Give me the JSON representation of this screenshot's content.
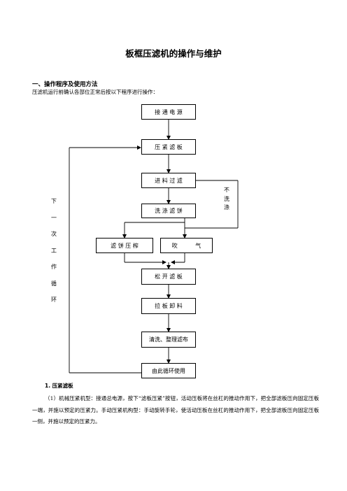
{
  "doc": {
    "title": "板框压滤机的操作与维护",
    "section1_heading": "一、操作程序及使用方法",
    "intro_text": "压滤机运行前确认各部位正常后按以下程序进行操作：",
    "flow": {
      "step_power_on": "接 通 电 源",
      "step_press_plates": "压 紧 滤 板",
      "step_feed_filter": "进 料 过 滤",
      "step_wash_cake": "洗 涤 滤 饼",
      "step_squeeze_cake": "滤 饼 压 榨",
      "step_blow_air": "吹          气",
      "step_loosen_plates": "松 开 滤 板",
      "step_pull_unload": "拉 板 卸 料",
      "step_clean_cloth": "清洗、整理滤布",
      "step_repeat_cycle": "由此循环使用",
      "label_next_cycle": [
        "下",
        "一",
        "次",
        "工",
        "作",
        "循",
        "环"
      ],
      "label_no_wash": [
        "不",
        "洗",
        "涤"
      ]
    },
    "subheading_1": "1. 压紧滤板",
    "paragraph_1": "（1）机械压紧机型：接通总电源，按下“滤板压紧”按钮，活动压板将在丝杠的推动作用下，把全部滤板压向固定压板一端，并施以预定的压紧力。手动压紧机构型：手动旋转手轮，使活动压板在丝杠的推动作用下，把全部滤板压向固定压板一侧，并施以预定的压紧力。"
  }
}
